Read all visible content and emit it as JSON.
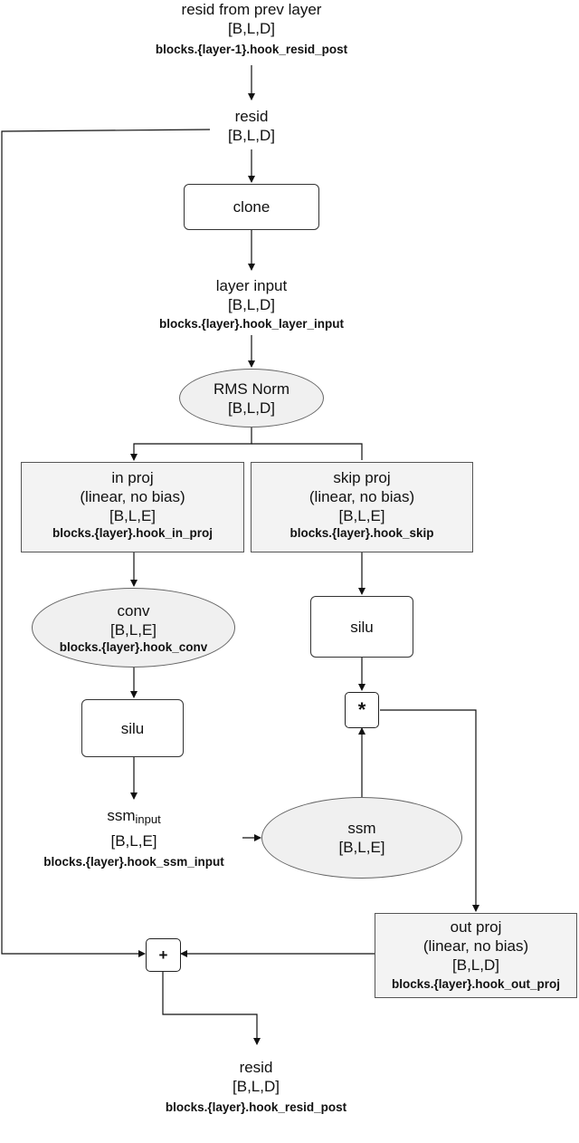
{
  "nodes": {
    "resid_prev": {
      "title": "resid from prev layer",
      "shape": "[B,L,D]",
      "hook": "blocks.{layer-1}.hook_resid_post"
    },
    "resid": {
      "title": "resid",
      "shape": "[B,L,D]"
    },
    "clone": {
      "label": "clone"
    },
    "layer_input": {
      "title": "layer input",
      "shape": "[B,L,D]",
      "hook": "blocks.{layer}.hook_layer_input"
    },
    "rms_norm": {
      "title": "RMS Norm",
      "shape": "[B,L,D]"
    },
    "in_proj": {
      "title": "in proj",
      "subtitle": "(linear, no bias)",
      "shape": "[B,L,E]",
      "hook": "blocks.{layer}.hook_in_proj"
    },
    "skip_proj": {
      "title": "skip proj",
      "subtitle": "(linear, no bias)",
      "shape": "[B,L,E]",
      "hook": "blocks.{layer}.hook_skip"
    },
    "conv": {
      "title": "conv",
      "shape": "[B,L,E]",
      "hook": "blocks.{layer}.hook_conv"
    },
    "silu_left": {
      "label": "silu"
    },
    "silu_right": {
      "label": "silu"
    },
    "multiply": {
      "label": "*"
    },
    "ssm_input": {
      "title": "ssm",
      "title_sub": "input",
      "shape": "[B,L,E]",
      "hook": "blocks.{layer}.hook_ssm_input"
    },
    "ssm": {
      "title": "ssm",
      "shape": "[B,L,E]"
    },
    "out_proj": {
      "title": "out proj",
      "subtitle": "(linear, no bias)",
      "shape": "[B,L,D]",
      "hook": "blocks.{layer}.hook_out_proj"
    },
    "add": {
      "label": "+"
    },
    "resid_out": {
      "title": "resid",
      "shape": "[B,L,D]",
      "hook": "blocks.{layer}.hook_resid_post"
    }
  }
}
